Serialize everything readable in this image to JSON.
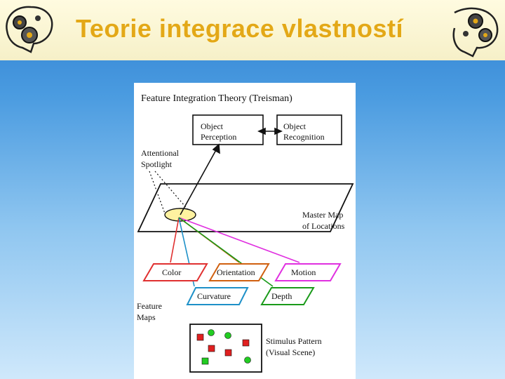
{
  "slide": {
    "title": "Teorie integrace vlastností"
  },
  "diagram": {
    "heading": "Feature Integration Theory (Treisman)",
    "object_perception": [
      "Object",
      "Perception"
    ],
    "object_recognition": [
      "Object",
      "Recognition"
    ],
    "attentional_spotlight": [
      "Attentional",
      "Spotlight"
    ],
    "master_map": [
      "Master Map",
      "of Locations"
    ],
    "feature_maps_label": [
      "Feature",
      "Maps"
    ],
    "maps": {
      "color": "Color",
      "orientation": "Orientation",
      "motion": "Motion",
      "curvature": "Curvature",
      "depth": "Depth"
    },
    "stimulus": [
      "Stimulus Pattern",
      "(Visual Scene)"
    ],
    "colors": {
      "color": "#e03030",
      "orientation": "#d06010",
      "motion": "#e030e0",
      "curvature": "#1e90c8",
      "depth": "#1a9a1a",
      "spotlight": "#fff2a0",
      "title": "#e3a817"
    }
  }
}
